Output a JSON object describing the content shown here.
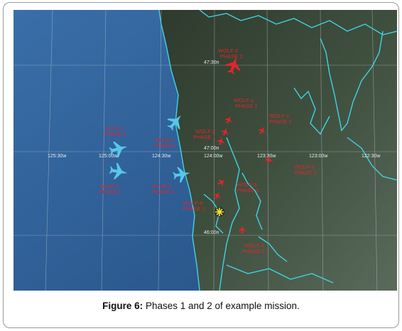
{
  "figure": {
    "label": "Figure 6:",
    "text": " Phases 1 and 2 of example mission."
  },
  "map": {
    "colors": {
      "sea": "#2f5f95",
      "land": "#3b4a3a",
      "coast": "#3fd3e6",
      "grid": "#c9d2dc",
      "red_aircraft": "#e0262b",
      "blue_aircraft": "#57c7e8",
      "marker": "#f3e126"
    },
    "lon_labels": [
      "125:30w",
      "125:00w",
      "124:30w",
      "124:00w",
      "123:30w",
      "123:00w",
      "122:30w"
    ],
    "lat_labels": [
      "47:30n",
      "47:00n",
      "46:00n"
    ],
    "units": [
      {
        "id": "wolf2-p2",
        "line1": "WOLF-2",
        "line2": "PHASE 2",
        "side": "red"
      },
      {
        "id": "wolf1-p1",
        "line1": "WOLF-1",
        "line2": "PHASE 1",
        "side": "red"
      },
      {
        "id": "wolf1-p2",
        "line1": "WOLF-1",
        "line2": "PHASE 2",
        "side": "red"
      },
      {
        "id": "wolf2-p1",
        "line1": "WOLF-2",
        "line2": "PHASE 1",
        "side": "red"
      },
      {
        "id": "wolf3-p2",
        "line1": "WOLF-3",
        "line2": "PHASE 2",
        "side": "red"
      },
      {
        "id": "wolf3-p1",
        "line1": "WOLF-3",
        "line2": "PHASE 1",
        "side": "red"
      },
      {
        "id": "wolf4-p1",
        "line1": "WOLF-4",
        "line2": "PHASE 1",
        "side": "red"
      },
      {
        "id": "wolf4-p2",
        "line1": "WOLF-4",
        "line2": "PHASE 2",
        "side": "red"
      },
      {
        "id": "blue1-p1",
        "line1": "BLUE-1",
        "line2": "PHASE 1",
        "side": "blue"
      },
      {
        "id": "blue1-p2",
        "line1": "BLUE-1",
        "line2": "PHASE 2",
        "side": "blue"
      },
      {
        "id": "blue2-p1",
        "line1": "BLUE-2",
        "line2": "PHASE 1",
        "side": "blue"
      },
      {
        "id": "blue2-p2",
        "line1": "BLUE-2",
        "line2": "PHASE 2",
        "side": "blue"
      }
    ]
  }
}
